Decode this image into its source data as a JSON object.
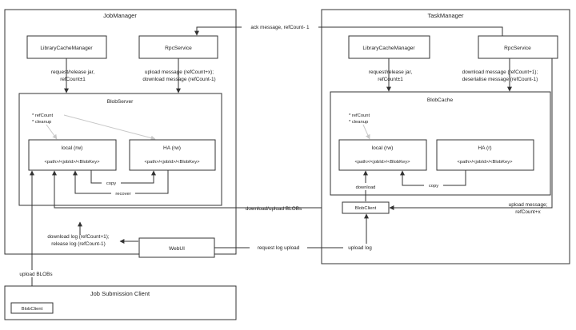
{
  "jobmanager": {
    "title": "JobManager",
    "library_cache_manager": "LibraryCacheManager",
    "rpc_service": "RpcService",
    "label_request_release_1": "request/release jar,",
    "label_request_release_2": "refCount±1",
    "label_upload_download_1": "upload message (refCount+x);",
    "label_upload_download_2": "download message (refCount-1)",
    "blob_server": {
      "title": "BlobServer",
      "bullet_1": "* refCount",
      "bullet_2": "* cleanup",
      "local_title": "local (rw)",
      "local_path": "<path>/<jobId>/<BlobKey>",
      "ha_title": "HA (rw)",
      "ha_path": "<path>/<jobId>/<BlobKey>",
      "copy_label": "copy",
      "recover_label": "recover"
    },
    "log_label_1": "download log (refCount+1);",
    "log_label_2": "release log (refCount-1)",
    "web_ui": "WebUI"
  },
  "taskmanager": {
    "title": "TaskManager",
    "library_cache_manager": "LibraryCacheManager",
    "rpc_service": "RpcService",
    "label_request_release_1": "request/release jar,",
    "label_request_release_2": "refCount±1",
    "label_download_deserialise_1": "download message (refCount+1);",
    "label_download_deserialise_2": "deserialise message (refCount-1)",
    "blob_cache": {
      "title": "BlobCache",
      "bullet_1": "* refCount",
      "bullet_2": "* cleanup",
      "local_title": "local (rw)",
      "local_path": "<path>/<jobId>/<BlobKey>",
      "ha_title": "HA (r)",
      "ha_path": "<path>/<jobId>/<BlobKey>",
      "copy_label": "copy"
    },
    "download_label": "download",
    "blob_client": "BlobClient",
    "upload_message_label_1": "upload message;",
    "upload_message_label_2": "refCount+x",
    "upload_log_label": "upload log"
  },
  "connections": {
    "ack_message": "ack message, refCount- 1",
    "download_upload_blobs": "download/upload BLOBs",
    "request_log_upload": "request log upload",
    "upload_blobs": "upload BLOBs"
  },
  "job_submission_client": {
    "title": "Job Submission Client",
    "blob_client": "BlobClient"
  }
}
